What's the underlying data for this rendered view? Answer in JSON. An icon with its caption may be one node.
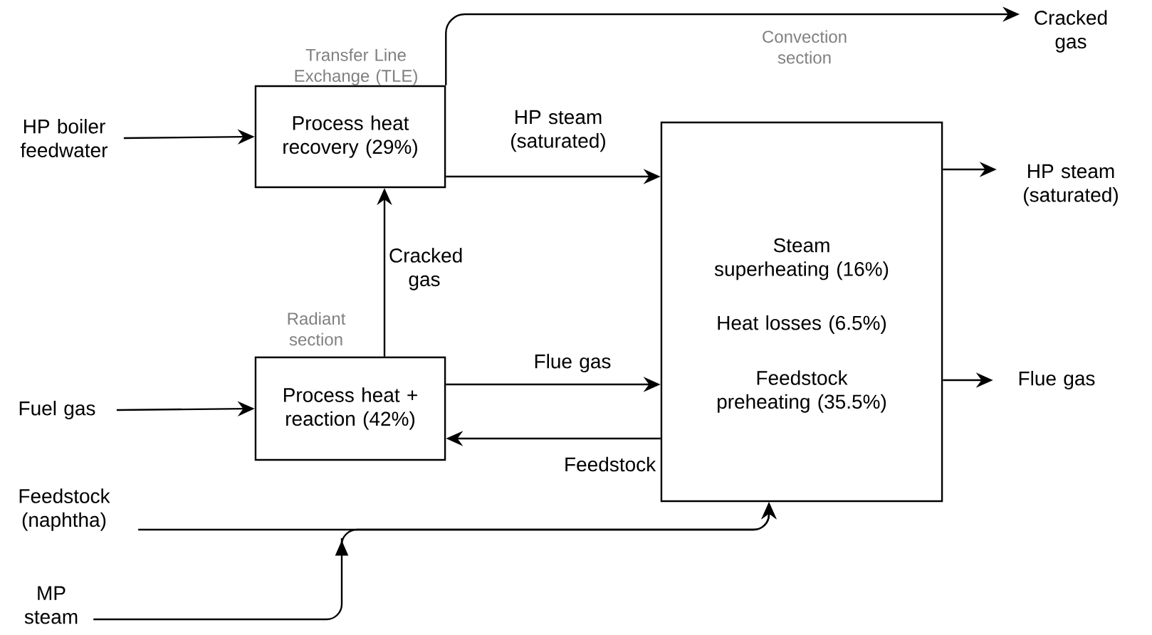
{
  "diagram": {
    "nodes": [
      {
        "text": [
          "HP boiler feedwater"
        ]
      },
      {
        "text": [
          "Transfer Line Exchange (TLE)",
          "Process heat recovery (29%)"
        ]
      },
      {
        "text": [
          "Convection section",
          "Steam superheating (16%)",
          "Heat losses (6.5%)",
          "Feedstock preheating (35.5%)"
        ]
      },
      {
        "text": [
          "Cracked gas"
        ]
      },
      {
        "text": [
          "HP steam (saturated)"
        ]
      },
      {
        "text": [
          "Fuel gas"
        ]
      },
      {
        "text": [
          "Radiant section",
          "Process heat + reaction (42%)"
        ]
      },
      {
        "text": [
          "Flue gas"
        ]
      },
      {
        "text": [
          "Feedstock (naphtha)"
        ]
      },
      {
        "text": [
          "MP steam"
        ]
      }
    ],
    "edges": [
      {
        "from": 0,
        "to": 1,
        "arrow": "to"
      },
      {
        "from": 1,
        "to": 3,
        "arrow": "to"
      },
      {
        "from": 6,
        "to": 1,
        "arrow": "to",
        "label": "Cracked gas"
      },
      {
        "from": 1,
        "to": 2,
        "arrow": "to",
        "label": "HP steam (saturated)"
      },
      {
        "from": 6,
        "to": 2,
        "arrow": "to",
        "label": "Flue gas"
      },
      {
        "from": 2,
        "to": 6,
        "arrow": "to",
        "label": "Feedstock"
      },
      {
        "from": 2,
        "to": 4,
        "arrow": "to"
      },
      {
        "from": 2,
        "to": 7,
        "arrow": "to"
      },
      {
        "from": 5,
        "to": 6,
        "arrow": "to"
      },
      {
        "from": 8,
        "to": 2,
        "arrow": "to"
      },
      {
        "from": 9,
        "to": 2,
        "arrow": "to"
      }
    ]
  }
}
